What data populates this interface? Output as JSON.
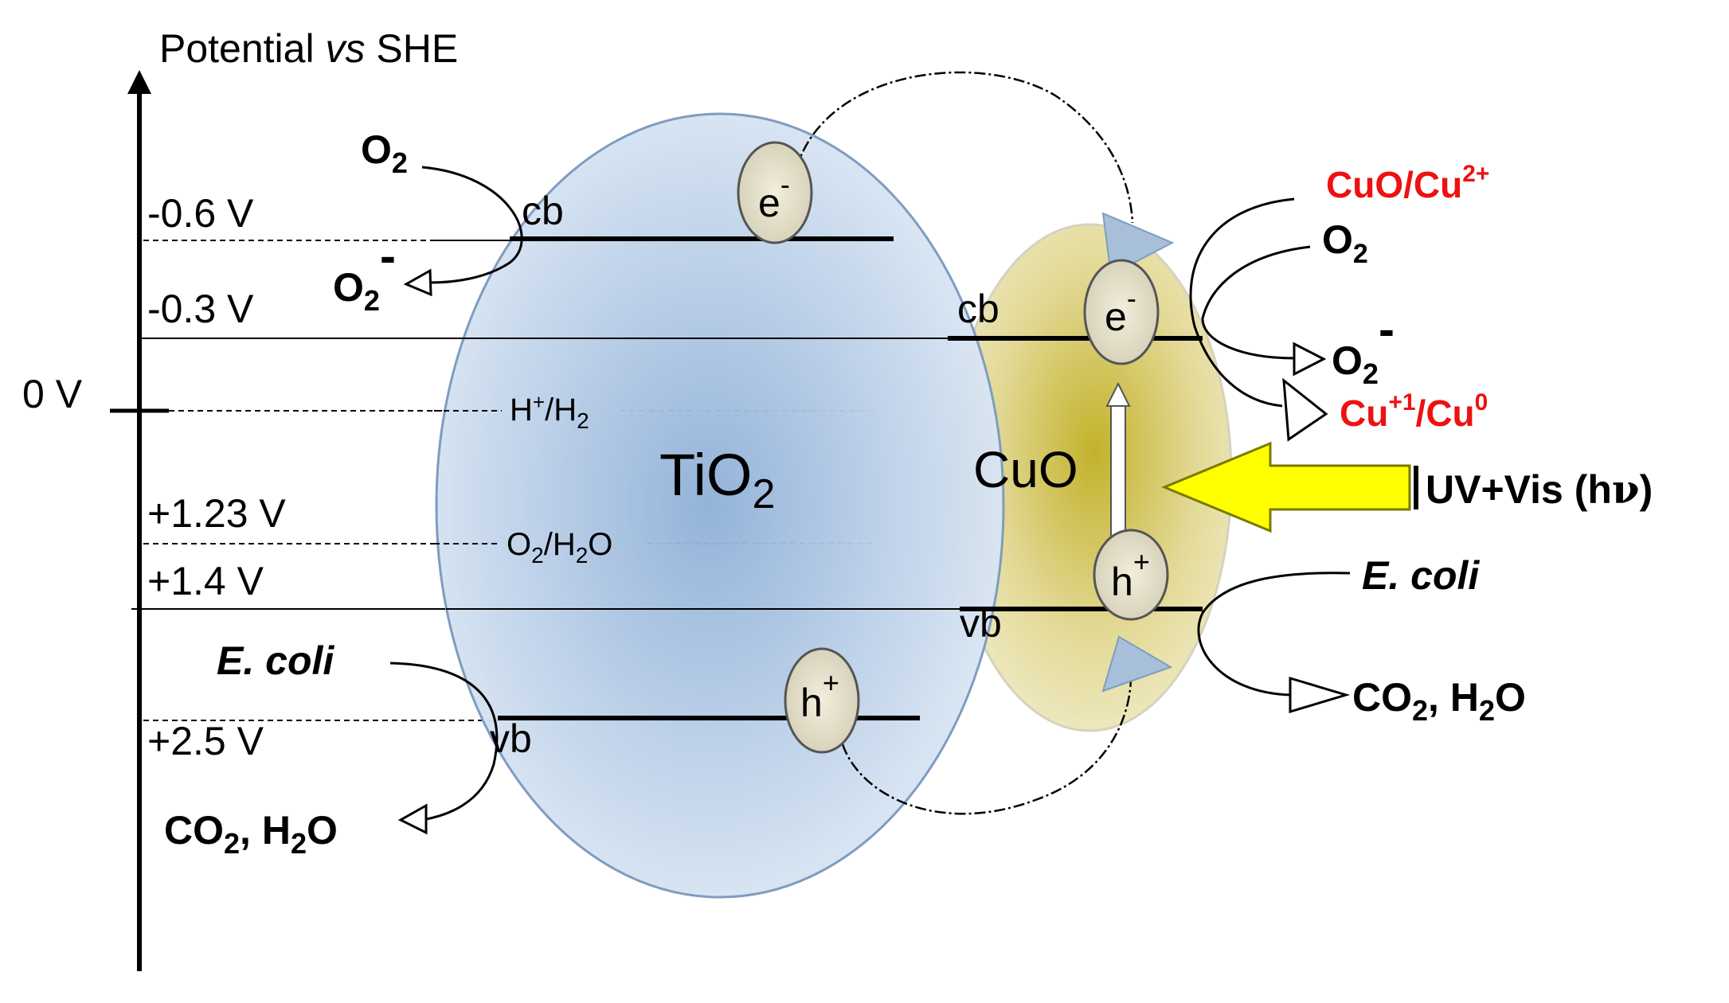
{
  "axis": {
    "title_main": "Potential ",
    "title_italic": "vs",
    "title_end": " SHE",
    "levels": {
      "m06": "-0.6 V",
      "m03": "-0.3 V",
      "zero": "0 V",
      "p123": "+1.23 V",
      "p14": "+1.4 V",
      "p25": "+2.5 V"
    }
  },
  "redox": {
    "h2_a": "H",
    "h2_b": "+",
    "h2_c": "/H",
    "h2_d": "2",
    "o2_a": "O",
    "o2_b": "2",
    "o2_c": "/H",
    "o2_d": "2",
    "o2_e": "O"
  },
  "tio2": {
    "name_a": "TiO",
    "name_b": "2",
    "cb": "cb",
    "vb": "vb",
    "electron_a": "e",
    "electron_b": "-",
    "hole_a": "h",
    "hole_b": "+"
  },
  "cuo": {
    "name": "CuO",
    "cb": "cb",
    "vb": "vb",
    "electron_a": "e",
    "electron_b": "-",
    "hole_a": "h",
    "hole_b": "+"
  },
  "left_reactions": {
    "o2_a": "O",
    "o2_b": "2",
    "sup_a": "O",
    "sup_b": "2",
    "sup_c": "-",
    "ecoli": "E. coli",
    "prod_a": "CO",
    "prod_b": "2",
    "prod_c": ", H",
    "prod_d": "2",
    "prod_e": "O"
  },
  "right_reactions": {
    "cu2_a": "CuO/Cu",
    "cu2_b": "2+",
    "o2_a": "O",
    "o2_b": "2",
    "sup_a": "O",
    "sup_b": "2",
    "sup_c": "-",
    "cu1_a": "Cu",
    "cu1_b": "+1",
    "cu1_c": "/Cu",
    "cu1_d": "0",
    "ecoli": "E. coli",
    "prod_a": "CO",
    "prod_b": "2",
    "prod_c": ", H",
    "prod_d": "2",
    "prod_e": "O"
  },
  "light": {
    "label_a": "UV+Vis (h",
    "label_b": "ν",
    "label_c": ")"
  },
  "colors": {
    "tio2_center": "#8fb0d8",
    "tio2_edge": "#dde8f4",
    "cuo_center": "#c2b22a",
    "cuo_edge": "#ece6b8",
    "arrow_yellow": "#ffff00",
    "red_label": "#ee1111"
  }
}
